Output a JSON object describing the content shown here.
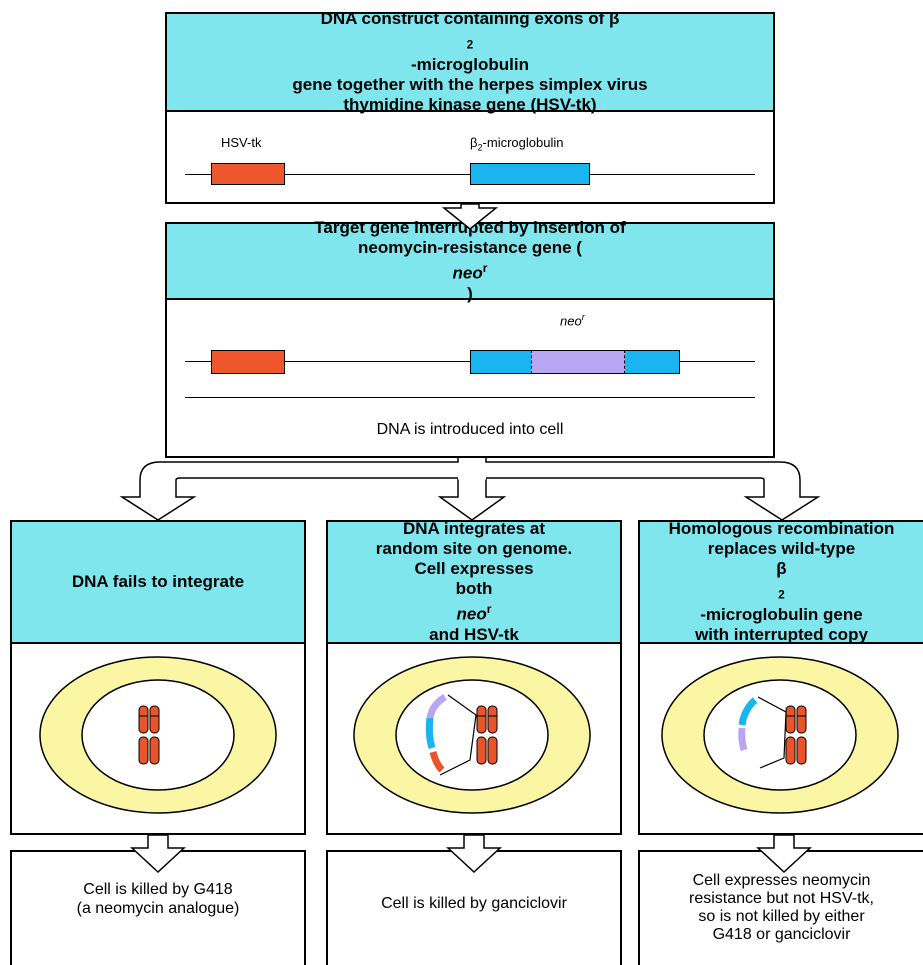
{
  "top_box": {
    "title_lines": [
      "DNA construct containing exons of β",
      "2",
      "-microglobulin",
      "gene together with the herpes simplex virus",
      "thymidine kinase gene (HSV-tk)"
    ],
    "hsv_label": "HSV-tk",
    "b2m_label_prefix": "β",
    "b2m_label_sub": "2",
    "b2m_label_suffix": "-microglobulin"
  },
  "middle_box": {
    "title_line1": "Target gene interrupted by insertion of",
    "title_line2_prefix": "neomycin-resistance gene (",
    "title_line2_italic": "neo",
    "title_line2_sup": "r",
    "title_line2_suffix": ")",
    "neo_label": "neo",
    "neo_label_sup": "r",
    "caption": "DNA is introduced into cell"
  },
  "columns": [
    {
      "title": "DNA fails to integrate",
      "result": [
        "Cell is killed by G418",
        "(a neomycin analogue)"
      ]
    },
    {
      "title_lines": [
        "DNA integrates at",
        "random site on genome.",
        "Cell expresses"
      ],
      "title_last_prefix": "both ",
      "title_last_italic": "neo",
      "title_last_sup": "r",
      "title_last_suffix": " and HSV-tk",
      "result": [
        "Cell is killed by ganciclovir"
      ]
    },
    {
      "title_lines": [
        "Homologous recombination",
        "replaces wild-type"
      ],
      "title_b2_prefix": "β",
      "title_b2_sub": "2",
      "title_b2_suffix": "-microglobulin gene",
      "title_last": "with interrupted copy",
      "result": [
        "Cell expresses neomycin",
        "resistance but not HSV-tk,",
        "so is not killed by either",
        "G418 or ganciclovir"
      ]
    }
  ],
  "colors": {
    "header_bg": "#7fe6ee",
    "hsv_tk": "#f0562b",
    "b2m": "#1ab4f0",
    "neo": "#b9a6f2",
    "cytoplasm": "#fbf6a4",
    "chromosome": "#e8552a"
  }
}
